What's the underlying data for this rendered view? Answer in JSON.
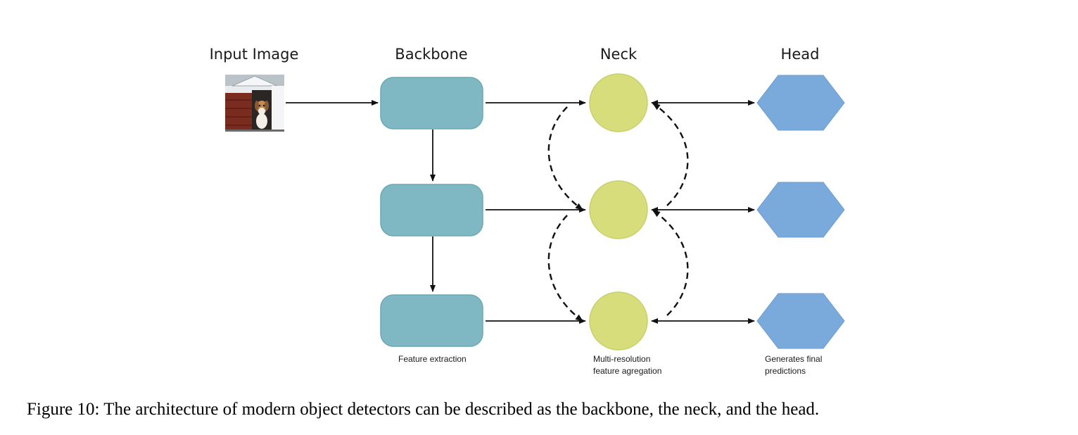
{
  "figure": {
    "columns": {
      "input": "Input Image",
      "backbone": "Backbone",
      "neck": "Neck",
      "head": "Head"
    },
    "notes": {
      "backbone": [
        "Feature extraction"
      ],
      "neck": [
        "Multi-resolution",
        "feature agregation"
      ],
      "head": [
        "Generates final",
        "predictions"
      ]
    },
    "levels": 3,
    "colors": {
      "backbone_block": "#7fb8c2",
      "backbone_stroke": "#6aa9b4",
      "neck_node": "#d7dd7b",
      "neck_stroke": "#c9d06a",
      "head_node": "#7aa9db",
      "arrow": "#111111"
    },
    "input_thumbnail_icon": "dog-in-doghouse-photo"
  },
  "caption": "Figure 10: The architecture of modern object detectors can be described as the backbone, the neck, and the head."
}
